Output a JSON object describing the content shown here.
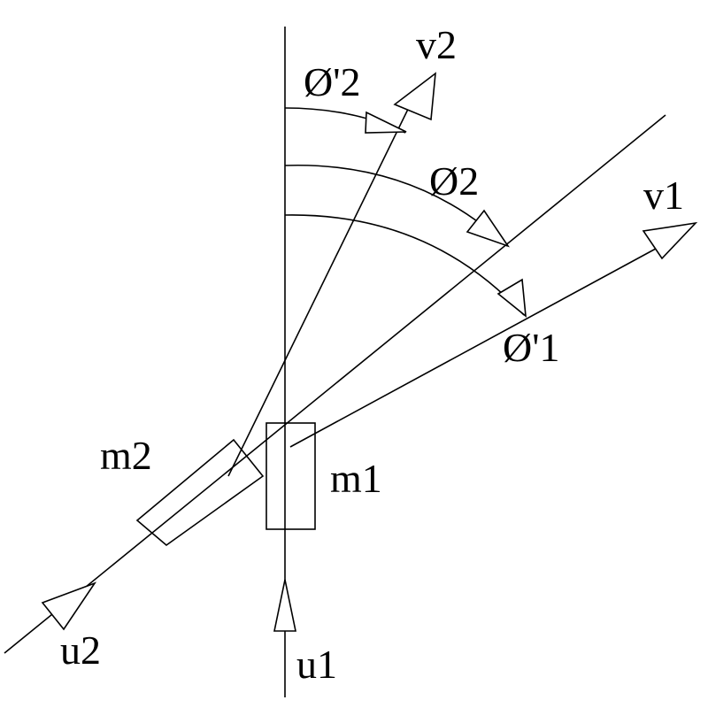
{
  "labels": {
    "v2": "v2",
    "v1": "v1",
    "u2": "u2",
    "u1": "u1",
    "m1": "m1",
    "m2": "m2",
    "phi_prime_2": "Ø'2",
    "phi_2": "Ø2",
    "phi_prime_1": "Ø'1"
  },
  "colors": {
    "stroke": "#000000",
    "background": "#ffffff"
  }
}
